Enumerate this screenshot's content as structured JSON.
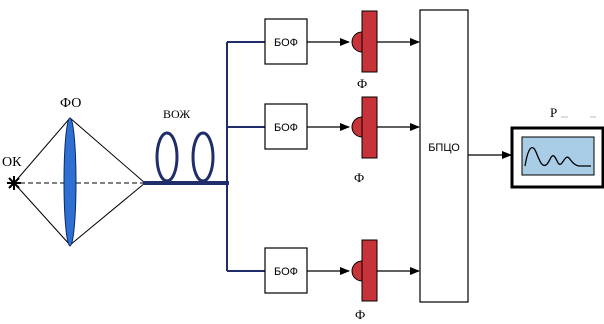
{
  "diagram": {
    "labels": {
      "source": "ОК",
      "lens": "ФО",
      "fiber_bundle": "ВОЖ",
      "processor": "БПЦО",
      "monitor": "Р"
    },
    "filters": [
      {
        "label": "БОФ"
      },
      {
        "label": "БОФ"
      },
      {
        "label": "БОФ"
      }
    ],
    "detectors": [
      {
        "label": "Ф"
      },
      {
        "label": "Ф"
      },
      {
        "label": "Ф"
      }
    ],
    "colors": {
      "line": "#000000",
      "fiber": "#1f2d6b",
      "lens_fill": "#2e6fd1",
      "detector_fill": "#c8333a",
      "screen_fill": "#a9cde6"
    }
  }
}
